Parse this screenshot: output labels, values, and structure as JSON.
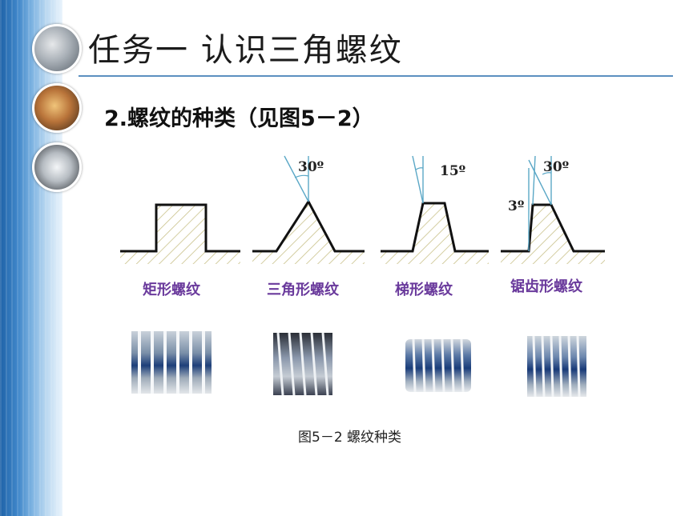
{
  "slide": {
    "title": "任务一   认识三角螺纹",
    "subtitle": "2.螺纹的种类（见图5－2）",
    "caption": "图5－2 螺纹种类"
  },
  "thread_types": [
    {
      "label": "矩形螺纹",
      "angles": []
    },
    {
      "label": "三角形螺纹",
      "angles": [
        "30º"
      ]
    },
    {
      "label": "梯形螺纹",
      "angles": [
        "15º"
      ]
    },
    {
      "label": "锯齿形螺纹",
      "angles": [
        "30º",
        "3º"
      ]
    }
  ],
  "colors": {
    "sidebar": "#3f86c9",
    "title_rule": "#5b8fc0",
    "label_text": "#6a3a9c",
    "profile_line": "#111111",
    "hatch": "#c9c18a",
    "angle_line": "#5aa7c6"
  },
  "icons": [
    "gear-photo-icon",
    "business-people-photo-icon",
    "silhouette-photo-icon"
  ]
}
